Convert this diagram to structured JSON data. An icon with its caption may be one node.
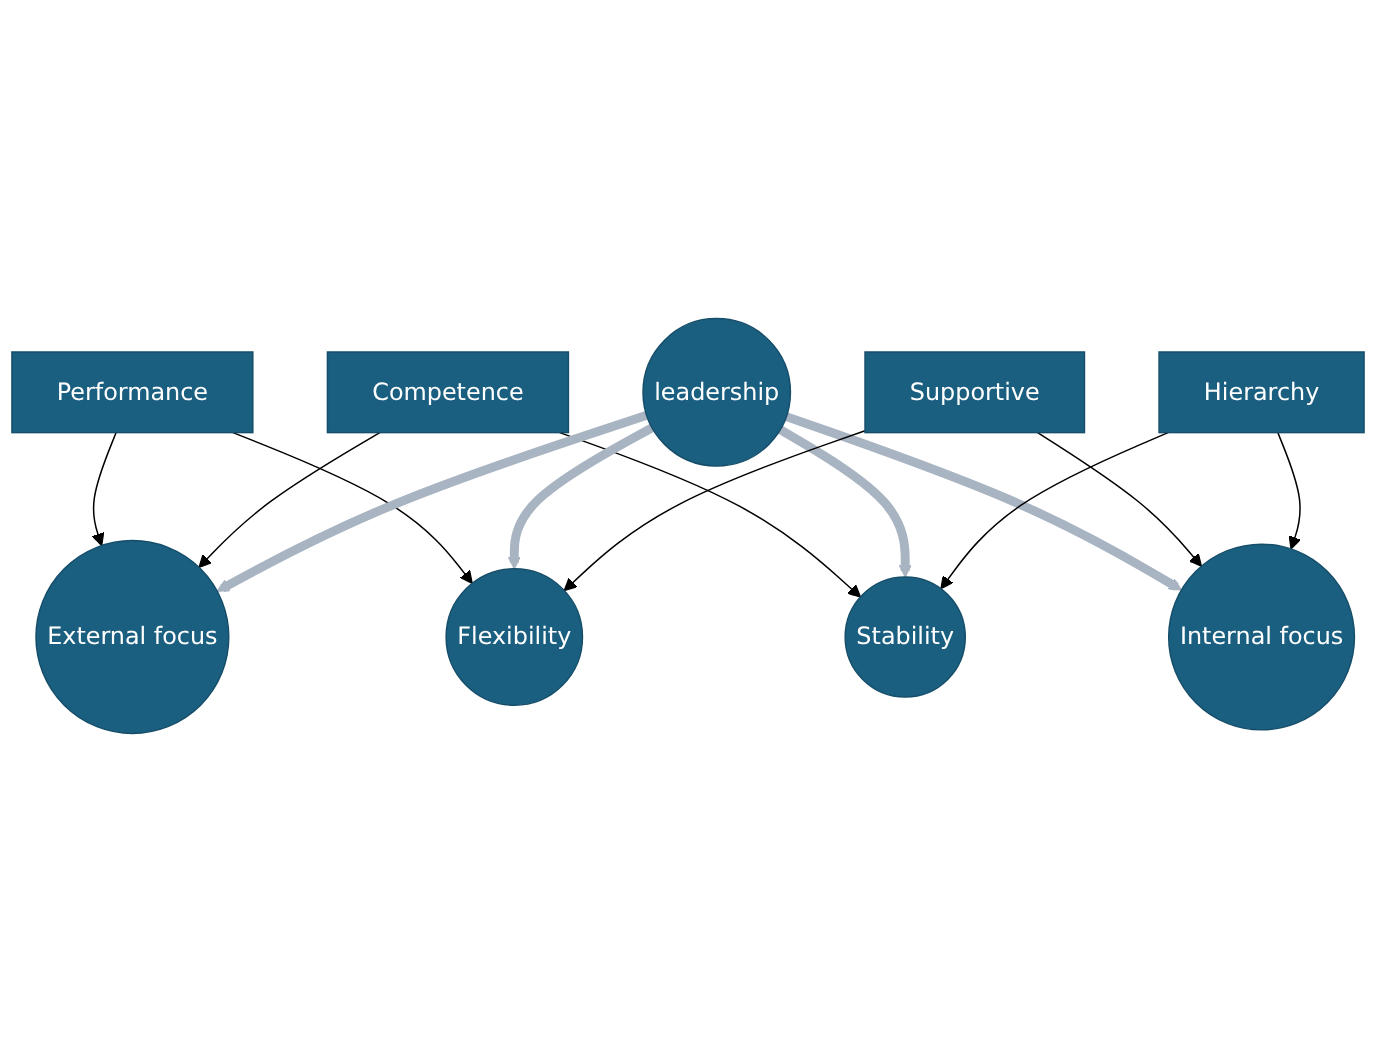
{
  "diagram": {
    "nodes": [
      {
        "text": [
          "Performance"
        ]
      },
      {
        "text": [
          "External focus"
        ]
      },
      {
        "text": [
          "Competence"
        ]
      },
      {
        "text": [
          "Flexibility"
        ]
      },
      {
        "text": [
          "leadership"
        ]
      },
      {
        "text": [
          "Stability"
        ]
      },
      {
        "text": [
          "Supportive"
        ]
      },
      {
        "text": [
          "Internal focus"
        ]
      },
      {
        "text": [
          "Hierarchy"
        ]
      }
    ],
    "edges": [
      {
        "from": 0,
        "to": 1,
        "arrow": "to"
      },
      {
        "from": 2,
        "to": 1,
        "arrow": "to"
      },
      {
        "from": 0,
        "to": 3,
        "arrow": "to"
      },
      {
        "from": 2,
        "to": 5,
        "arrow": "to"
      },
      {
        "from": 4,
        "to": 1,
        "arrow": "to",
        "style": "thick",
        "color": "#a9b4c2"
      },
      {
        "from": 4,
        "to": 3,
        "arrow": "to",
        "style": "thick",
        "color": "#a9b4c2"
      },
      {
        "from": 4,
        "to": 5,
        "arrow": "to",
        "style": "thick",
        "color": "#a9b4c2"
      },
      {
        "from": 4,
        "to": 7,
        "arrow": "to",
        "style": "thick",
        "color": "#a9b4c2"
      },
      {
        "from": 6,
        "to": 3,
        "arrow": "to"
      },
      {
        "from": 6,
        "to": 7,
        "arrow": "to"
      },
      {
        "from": 8,
        "to": 7,
        "arrow": "to"
      },
      {
        "from": 8,
        "to": 5,
        "arrow": "to"
      }
    ]
  }
}
